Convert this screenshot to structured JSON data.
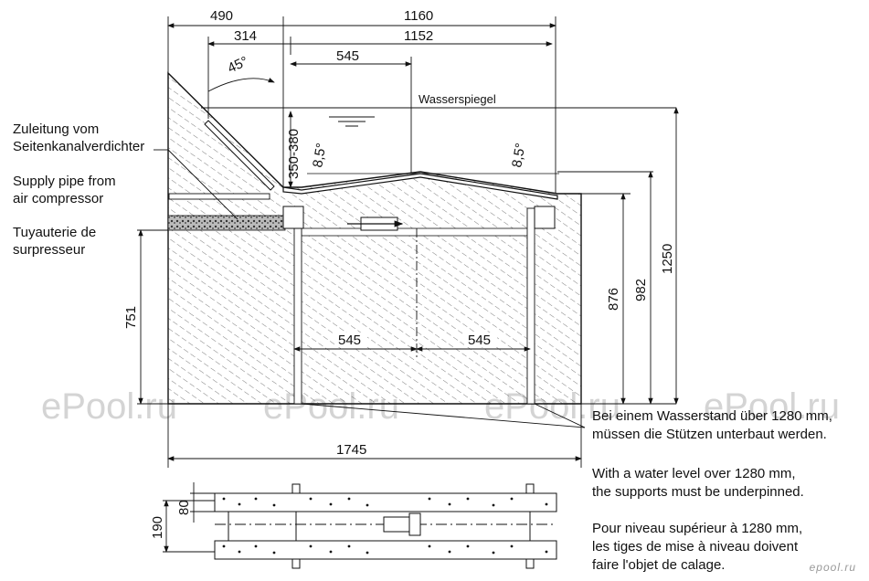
{
  "dimensions": {
    "top_left": "490",
    "top_right": "1160",
    "second_left": "314",
    "second_right": "1152",
    "third": "545",
    "angle_45": "45°",
    "angle_85_left": "8,5°",
    "angle_85_right": "8,5°",
    "range_350_380": "350-380",
    "inner_545_left": "545",
    "inner_545_right": "545",
    "total_1745": "1745",
    "height_751": "751",
    "height_876": "876",
    "height_982": "982",
    "height_1250": "1250",
    "plan_80": "80",
    "plan_190": "190"
  },
  "labels": {
    "water_level": "Wasserspiegel",
    "supply_de_1": "Zuleitung vom",
    "supply_de_2": "Seitenkanalverdichter",
    "supply_en_1": "Supply pipe from",
    "supply_en_2": "air compressor",
    "supply_fr_1": "Tuyauterie de",
    "supply_fr_2": "surpresseur"
  },
  "notes": {
    "de_1": "Bei einem Wasserstand über 1280 mm,",
    "de_2": "müssen die Stützen unterbaut werden.",
    "en_1": "With a water level over 1280 mm,",
    "en_2": "the supports must be underpinned.",
    "fr_1": "Pour niveau supérieur à 1280 mm,",
    "fr_2": "les tiges de mise à niveau doivent",
    "fr_3": "faire l'objet de calage."
  },
  "watermarks": [
    "ePool.ru",
    "ePool.ru",
    "ePool.ru",
    "ePool.ru"
  ],
  "logo": "epool.ru"
}
